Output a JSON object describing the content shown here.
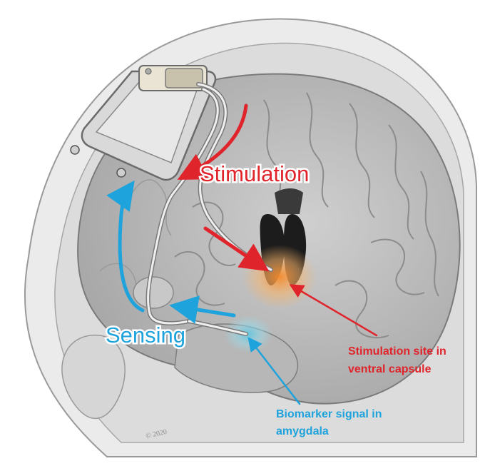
{
  "labels": {
    "stimulation": "Stimulation",
    "sensing": "Sensing",
    "stim_site_line1": "Stimulation site in",
    "stim_site_line2": "ventral capsule",
    "biomarker_line1": "Biomarker signal in",
    "biomarker_line2": "amygdala"
  },
  "colors": {
    "stimulation": "#e0242b",
    "sensing": "#1fa3dc",
    "hot_spot": "#f7a14a",
    "sense_spot": "#7fd3e6",
    "skull": "#d9d9d9",
    "brain": "#bdbdbd",
    "ventricle": "#1c1c1c",
    "device": "#e9e4d4"
  }
}
